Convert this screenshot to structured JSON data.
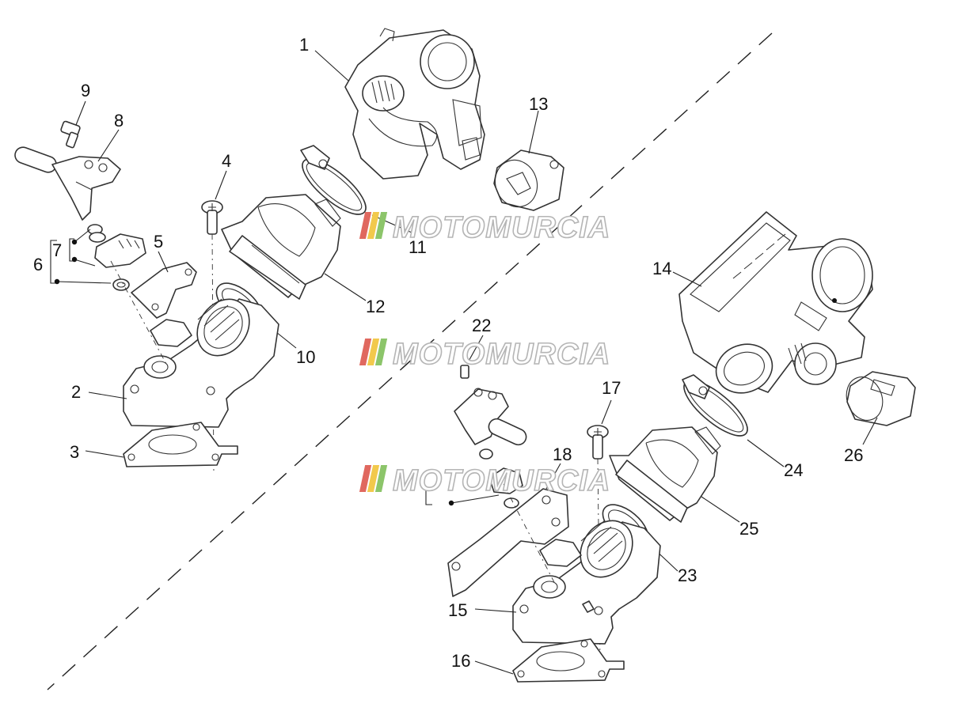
{
  "diagram": {
    "callouts": [
      {
        "id": "1",
        "label": "1"
      },
      {
        "id": "2",
        "label": "2"
      },
      {
        "id": "3",
        "label": "3"
      },
      {
        "id": "4",
        "label": "4"
      },
      {
        "id": "5",
        "label": "5"
      },
      {
        "id": "6",
        "label": "6"
      },
      {
        "id": "7",
        "label": "7"
      },
      {
        "id": "8",
        "label": "8"
      },
      {
        "id": "9",
        "label": "9"
      },
      {
        "id": "10",
        "label": "10"
      },
      {
        "id": "11",
        "label": "11"
      },
      {
        "id": "12",
        "label": "12"
      },
      {
        "id": "13",
        "label": "13"
      },
      {
        "id": "14",
        "label": "14"
      },
      {
        "id": "15",
        "label": "15"
      },
      {
        "id": "16",
        "label": "16"
      },
      {
        "id": "17",
        "label": "17"
      },
      {
        "id": "18",
        "label": "18"
      },
      {
        "id": "22",
        "label": "22"
      },
      {
        "id": "23",
        "label": "23"
      },
      {
        "id": "24",
        "label": "24"
      },
      {
        "id": "25",
        "label": "25"
      },
      {
        "id": "26",
        "label": "26"
      }
    ],
    "watermark": {
      "text": "MOTOMURCIA",
      "stripe_colors": [
        "#e0685f",
        "#f2c94c",
        "#8cc56a"
      ]
    },
    "colors": {
      "line": "#333333",
      "watermark_outline": "#b5b5b5"
    }
  }
}
